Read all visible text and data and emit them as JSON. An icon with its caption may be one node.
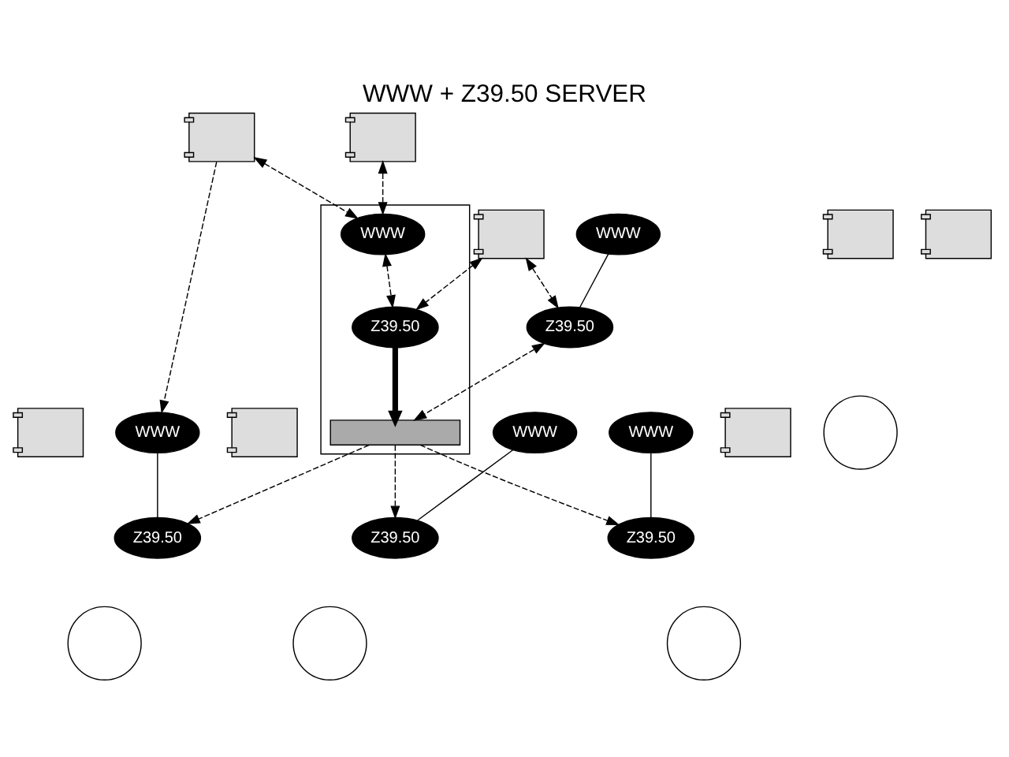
{
  "diagram": {
    "title": "WWW + Z39.50 SERVER",
    "nodes": [
      {
        "text": [],
        "shape": "box"
      },
      {
        "text": [
          "WWW"
        ],
        "in": 0
      },
      {
        "text": [
          "Z39.50"
        ],
        "in": 0
      },
      {
        "text": [],
        "shape": "bar",
        "in": 0
      },
      {
        "text": [],
        "shape": "picture"
      },
      {
        "text": [],
        "shape": "picture"
      },
      {
        "text": [],
        "shape": "picture"
      },
      {
        "text": [
          "WWW"
        ]
      },
      {
        "text": [
          "Z39.50"
        ]
      },
      {
        "text": [],
        "shape": "circle"
      },
      {
        "text": [],
        "shape": "picture"
      },
      {
        "text": [],
        "shape": "picture"
      },
      {
        "text": [
          "WWW"
        ]
      },
      {
        "text": [
          "Z39.50"
        ]
      },
      {
        "text": [],
        "shape": "picture"
      },
      {
        "text": [],
        "shape": "circle"
      },
      {
        "text": [],
        "shape": "picture"
      },
      {
        "text": [
          "WWW"
        ]
      },
      {
        "text": [
          "Z39.50"
        ]
      },
      {
        "text": [],
        "shape": "circle"
      },
      {
        "text": [
          "WWW"
        ]
      },
      {
        "text": [
          "Z39.50"
        ]
      },
      {
        "text": [],
        "shape": "picture"
      },
      {
        "text": [],
        "shape": "circle"
      }
    ],
    "edges": [
      {
        "from": 5,
        "to": 2,
        "arrow": "both",
        "style": "dashed"
      },
      {
        "from": 5,
        "to": 8,
        "arrow": "both",
        "style": "dashed"
      },
      {
        "from": 10,
        "to": 1,
        "arrow": "both",
        "style": "dashed"
      },
      {
        "from": 11,
        "to": 1,
        "arrow": "both",
        "style": "dashed"
      },
      {
        "from": 1,
        "to": 2,
        "arrow": "both",
        "style": "dashed"
      },
      {
        "from": 2,
        "to": 3,
        "arrow": "to",
        "style": "thick"
      },
      {
        "from": 8,
        "to": 3,
        "arrow": "both",
        "style": "dashed"
      },
      {
        "from": 7,
        "to": 8,
        "arrow": "none"
      },
      {
        "from": 11,
        "to": 12,
        "arrow": "to",
        "style": "dashed"
      },
      {
        "from": 3,
        "to": 13,
        "arrow": "to",
        "style": "dashed"
      },
      {
        "from": 12,
        "to": 13,
        "arrow": "none"
      },
      {
        "from": 3,
        "to": 18,
        "arrow": "to",
        "style": "dashed"
      },
      {
        "from": 17,
        "to": 18,
        "arrow": "none"
      },
      {
        "from": 3,
        "to": 21,
        "arrow": "to",
        "style": "dashed"
      },
      {
        "from": 20,
        "to": 21,
        "arrow": "none"
      }
    ]
  }
}
